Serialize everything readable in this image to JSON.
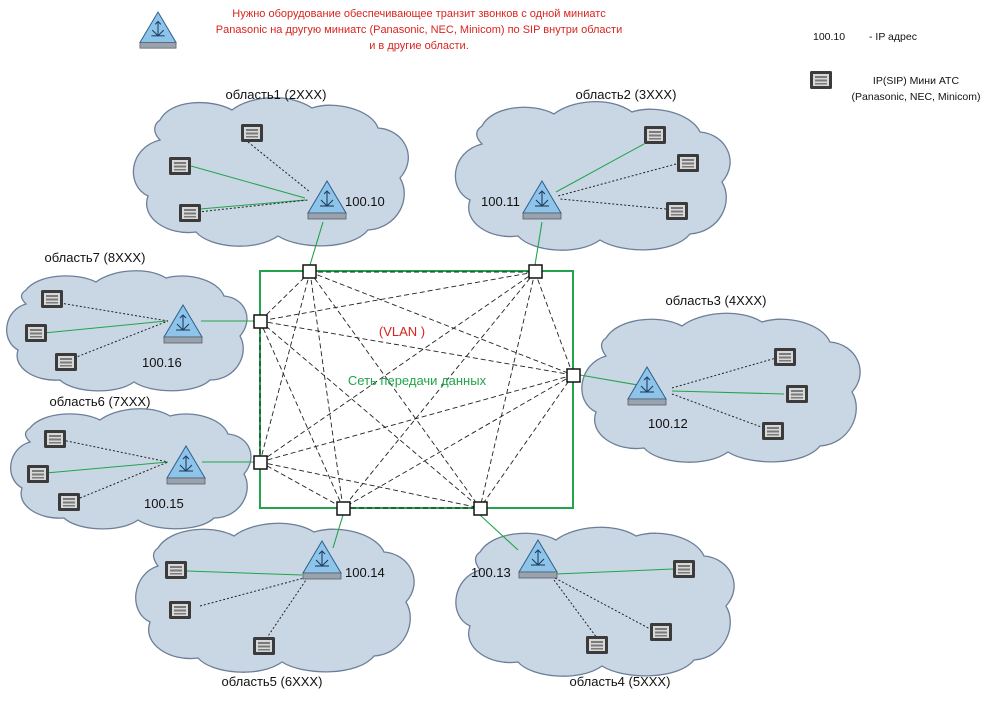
{
  "header_note": {
    "line1": "Нужно оборудование обеспечивающее транзит звонков с одной миниатс",
    "line2": "Panasonic на другую миниатс (Panasonic, NEC, Minicom) по SIP внутри области",
    "line3": "и в другие области.",
    "color": "#d9241f"
  },
  "legend": {
    "ip_sample": "100.10",
    "ip_desc": "- IP адрес",
    "pbx_line1": "IP(SIP)  Мини АТС",
    "pbx_line2": "(Panasonic, NEC, Minicom)"
  },
  "network": {
    "vlan_label": "(VLAN )",
    "title": "Сеть передачи данных",
    "border_color": "#22a44a"
  },
  "regions": [
    {
      "id": "r1",
      "name": "область1 (2XXX)",
      "ip": "100.10"
    },
    {
      "id": "r2",
      "name": "область2 (3XXX)",
      "ip": "100.11"
    },
    {
      "id": "r3",
      "name": "область3 (4XXX)",
      "ip": "100.12"
    },
    {
      "id": "r4",
      "name": "область4 (5XXX)",
      "ip": "100.13"
    },
    {
      "id": "r5",
      "name": "область5 (6XXX)",
      "ip": "100.14"
    },
    {
      "id": "r6",
      "name": "область6 (7XXX)",
      "ip": "100.15"
    },
    {
      "id": "r7",
      "name": "область7 (8XXX)",
      "ip": "100.16"
    }
  ],
  "colors": {
    "cloud_fill": "#c9d6e4",
    "cloud_stroke": "#6c7f98",
    "router_fill": "#8ec4ea",
    "link_green": "#22a44a"
  }
}
